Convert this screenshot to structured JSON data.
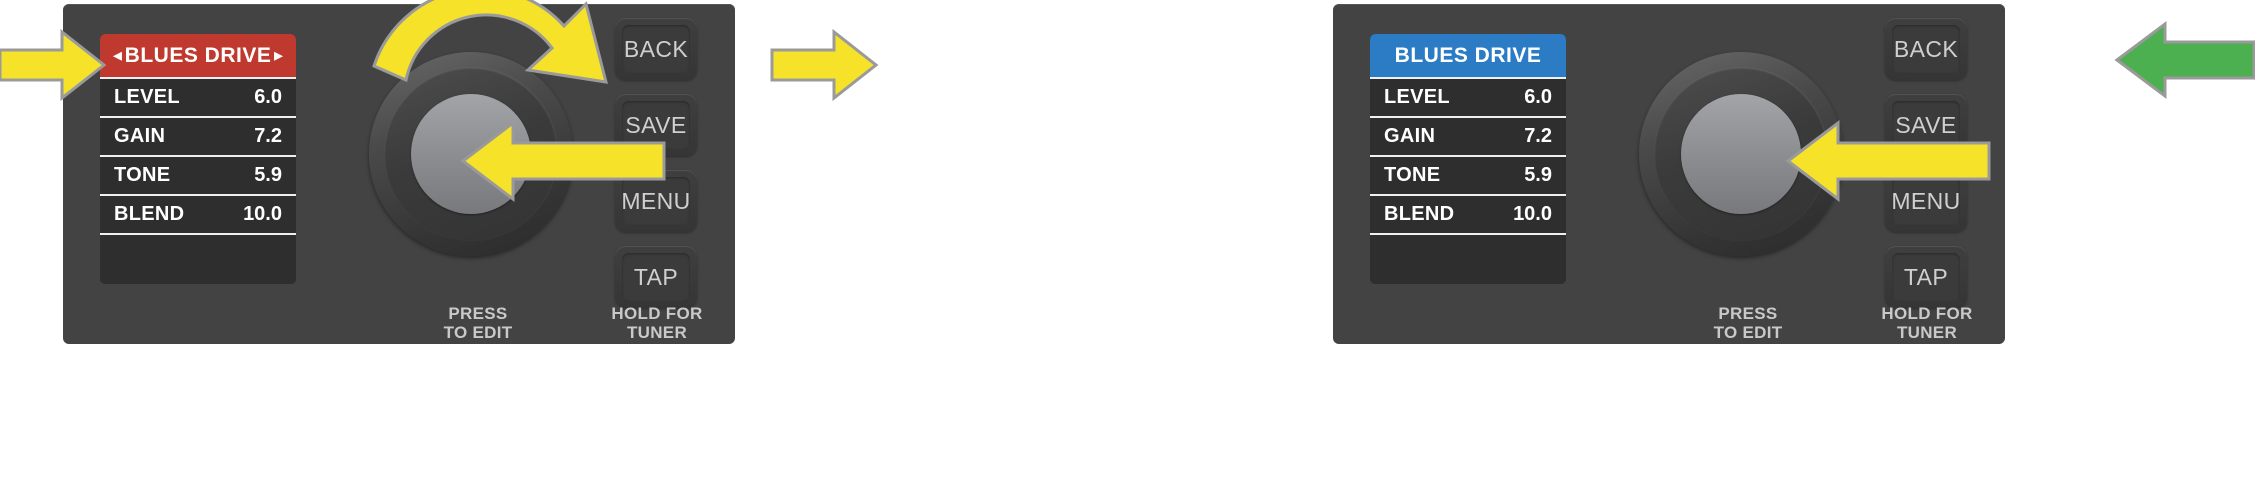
{
  "scene": {
    "background": "#ffffff",
    "panel_color": "#434343",
    "arrow_yellow": "#f5e229",
    "arrow_green": "#4caf50",
    "arrow_stroke": "#9a9a9a"
  },
  "devices": [
    {
      "id": "left",
      "display": {
        "header": {
          "title": "BLUES DRIVE",
          "color": "#c0392f",
          "left_arrow": "◄",
          "right_arrow": "►",
          "has_arrows": true
        },
        "rows": [
          {
            "label": "LEVEL",
            "value": "6.0"
          },
          {
            "label": "GAIN",
            "value": "7.2"
          },
          {
            "label": "TONE",
            "value": "5.9"
          },
          {
            "label": "BLEND",
            "value": "10.0"
          }
        ]
      },
      "buttons": [
        {
          "label": "BACK"
        },
        {
          "label": "SAVE"
        },
        {
          "label": "MENU"
        },
        {
          "label": "TAP"
        }
      ],
      "captions": {
        "knob": "PRESS\nTO EDIT",
        "knob_line1": "PRESS",
        "knob_line2": "TO EDIT",
        "tap": "HOLD FOR\nTUNER",
        "tap_line1": "HOLD FOR",
        "tap_line2": "TUNER"
      }
    },
    {
      "id": "right",
      "display": {
        "header": {
          "title": "BLUES DRIVE",
          "color": "#2b7cc4",
          "left_arrow": "",
          "right_arrow": "",
          "has_arrows": false
        },
        "rows": [
          {
            "label": "LEVEL",
            "value": "6.0"
          },
          {
            "label": "GAIN",
            "value": "7.2"
          },
          {
            "label": "TONE",
            "value": "5.9"
          },
          {
            "label": "BLEND",
            "value": "10.0"
          }
        ]
      },
      "buttons": [
        {
          "label": "BACK"
        },
        {
          "label": "SAVE"
        },
        {
          "label": "MENU"
        },
        {
          "label": "TAP"
        }
      ],
      "captions": {
        "knob_line1": "PRESS",
        "knob_line2": "TO EDIT",
        "tap_line1": "HOLD FOR",
        "tap_line2": "TUNER"
      }
    }
  ],
  "annotations": [
    {
      "name": "arrow-to-preset-left",
      "shape": "straight-right",
      "color": "#f5e229"
    },
    {
      "name": "arrow-rotate-knob",
      "shape": "curved-clockwise",
      "color": "#f5e229"
    },
    {
      "name": "arrow-to-knob-left",
      "shape": "straight-left",
      "color": "#f5e229"
    },
    {
      "name": "arrow-to-preset-right",
      "shape": "straight-right",
      "color": "#f5e229"
    },
    {
      "name": "arrow-to-knob-right",
      "shape": "straight-left",
      "color": "#f5e229"
    },
    {
      "name": "arrow-to-back-right",
      "shape": "straight-left",
      "color": "#4caf50"
    }
  ]
}
